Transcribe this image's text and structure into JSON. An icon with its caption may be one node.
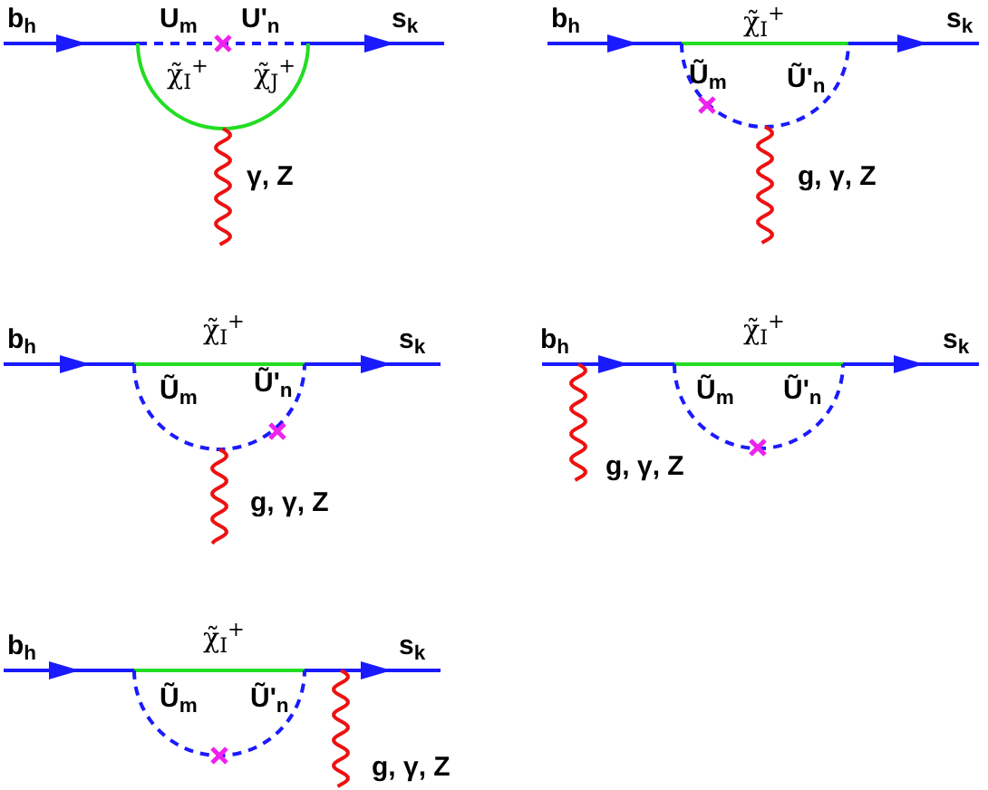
{
  "diagram": {
    "labels": [
      "b$_{h}$",
      "U$_{m}$",
      "U'$_{n}$",
      "s$_{k}$",
      "χ̃$_{I}$$^{+}$",
      "χ̃$_{J}$$^{+}$",
      "γ, Z",
      "b$_{h}$",
      "χ̃$_{I}$$^{+}$",
      "s$_{k}$",
      "Ũ$_{m}$",
      "Ũ'$_{n}$",
      "g, γ, Z",
      "b$_{h}$",
      "χ̃$_{I}$$^{+}$",
      "s$_{k}$",
      "Ũ$_{m}$",
      "Ũ'$_{n}$",
      "g, γ, Z",
      "b$_{h}$",
      "χ̃$_{I}$$^{+}$",
      "s$_{k}$",
      "Ũ$_{m}$",
      "Ũ'$_{n}$",
      "g, γ, Z",
      "b$_{h}$",
      "χ̃$_{I}$$^{+}$",
      "s$_{k}$",
      "Ũ$_{m}$",
      "Ũ'$_{n}$",
      "g, γ, Z"
    ]
  }
}
